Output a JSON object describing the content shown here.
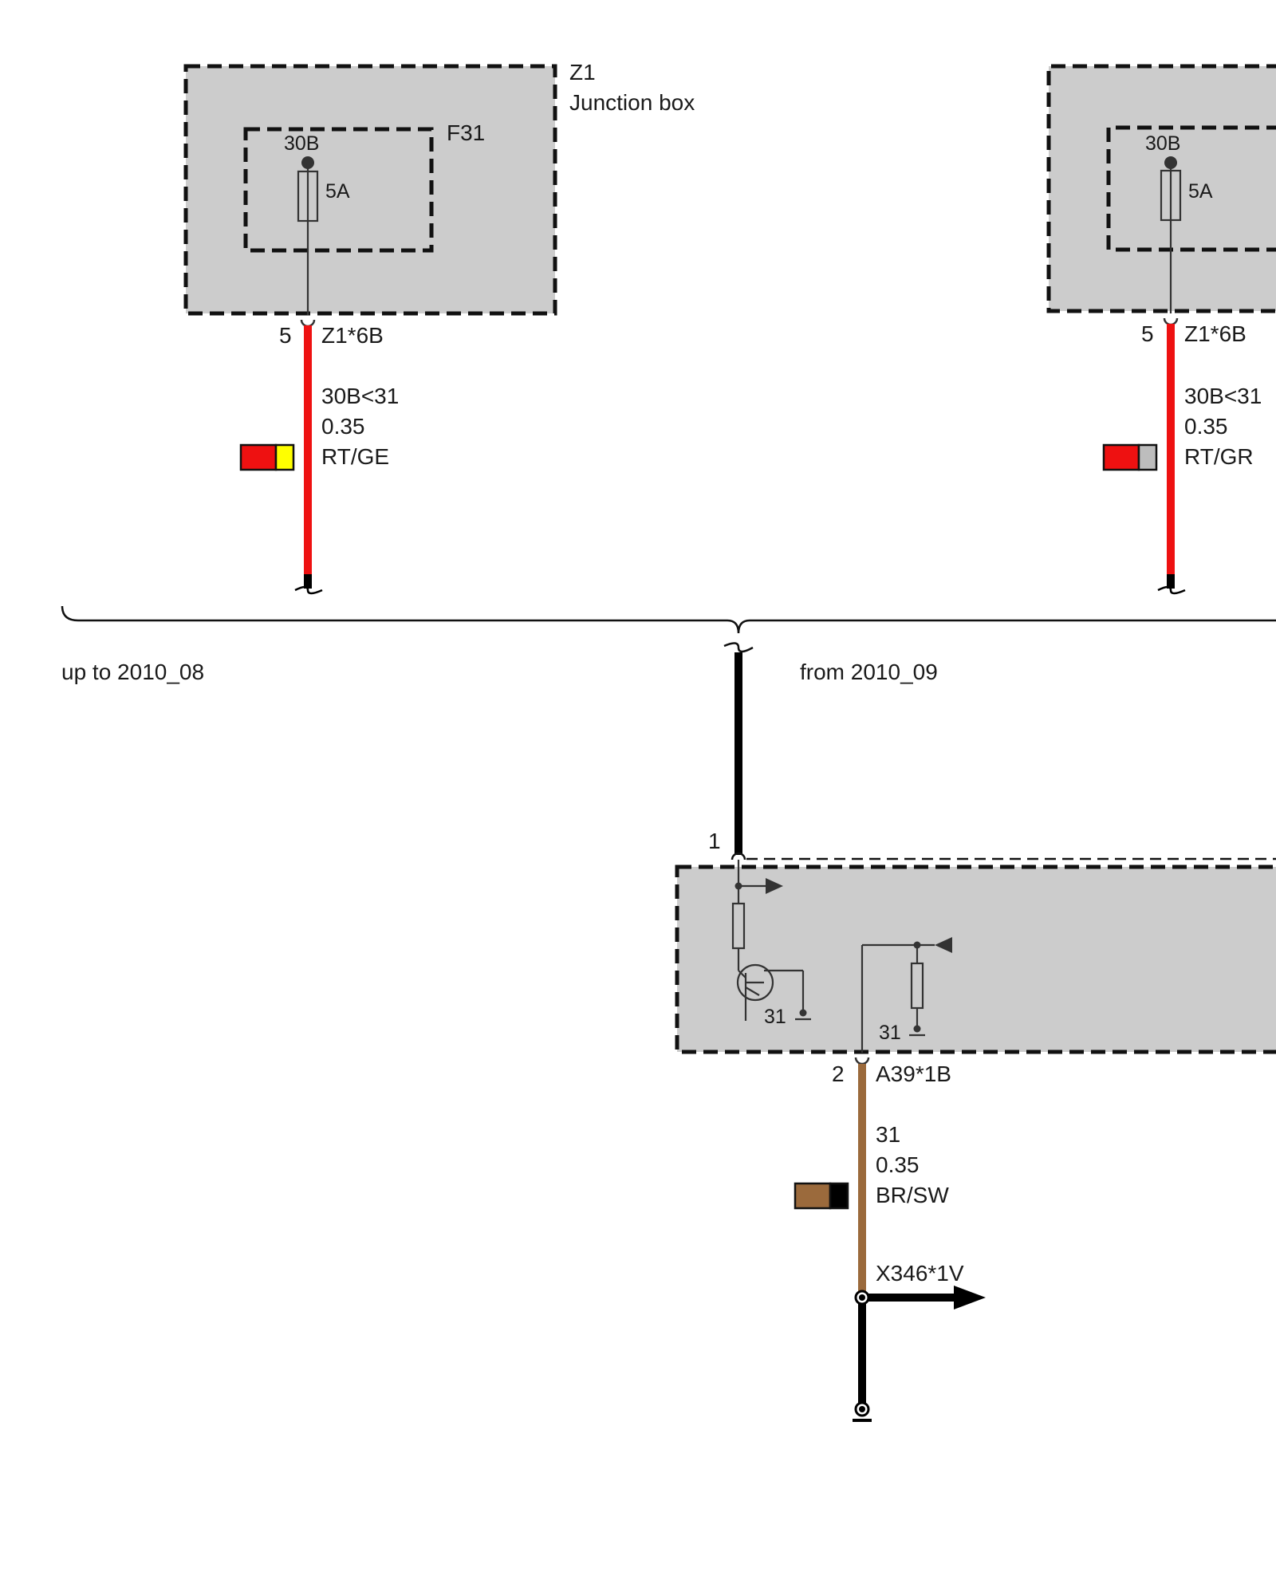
{
  "colors": {
    "red_wire": "#ee1111",
    "yellow": "#ffff00",
    "gray": "#bdbdbd",
    "brown_wire": "#9b6a3c",
    "black": "#000000",
    "box_fill": "#cccccc"
  },
  "left_branch": {
    "component_id": "Z1",
    "component_name": "Junction box",
    "fuse_id": "F31",
    "fuse_terminal": "30B",
    "fuse_rating": "5A",
    "pin_number": "5",
    "connector": "Z1*6B",
    "wire_signal": "30B<31",
    "wire_gauge": "0.35",
    "wire_color_code": "RT/GE"
  },
  "right_branch": {
    "fuse_terminal": "30B",
    "fuse_rating": "5A",
    "pin_number": "5",
    "connector": "Z1*6B",
    "wire_signal": "30B<31",
    "wire_gauge": "0.35",
    "wire_color_code": "RT/GR"
  },
  "variants": {
    "left_label": "up to 2010_08",
    "right_label": "from 2010_09"
  },
  "module": {
    "input_pin": "1",
    "ground_label_1": "31",
    "ground_label_2": "31",
    "output_pin": "2",
    "output_connector": "A39*1B"
  },
  "ground_wire": {
    "signal": "31",
    "gauge": "0.35",
    "color_code": "BR/SW",
    "splice": "X346*1V"
  }
}
